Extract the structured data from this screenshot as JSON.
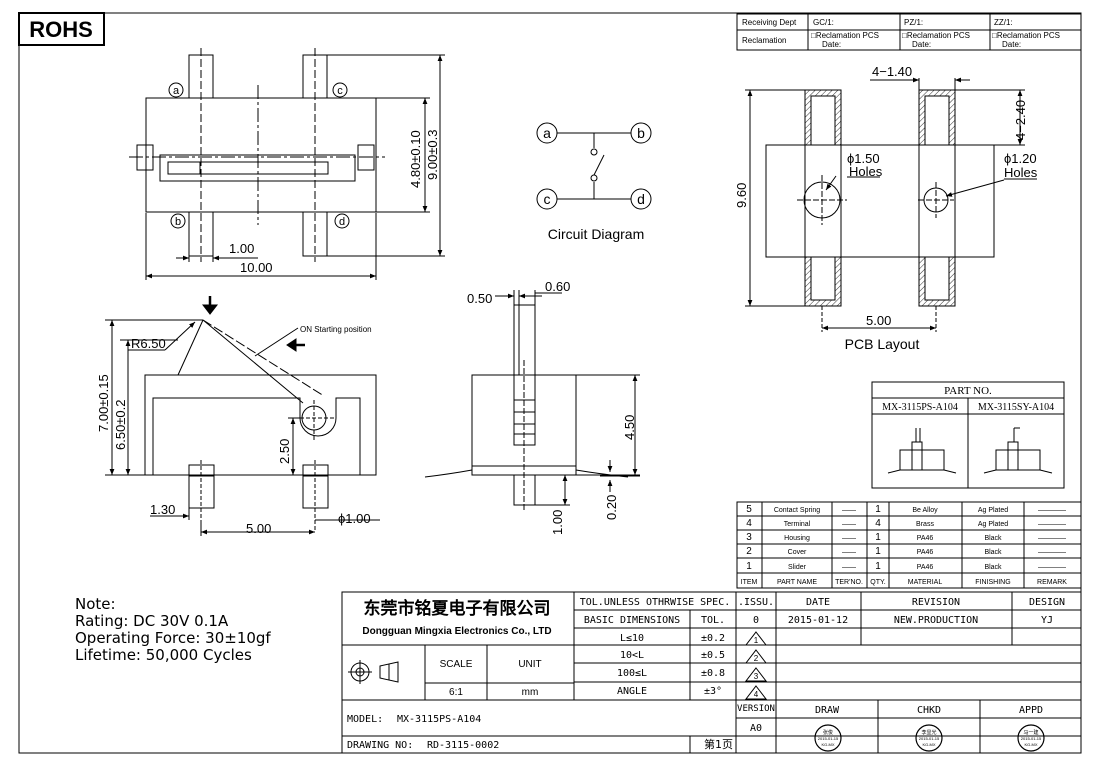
{
  "rohs": "ROHS",
  "header": {
    "receiving_dept": "Receiving Dept",
    "reclamation": "Reclamation",
    "gc": "GC/1:",
    "pz": "PZ/1:",
    "zz": "ZZ/1:",
    "recl_pcs": "□Reclamation  PCS",
    "date": "Date:"
  },
  "top_view": {
    "pins": [
      "a",
      "c",
      "b",
      "d"
    ],
    "dim_pin": "1.00",
    "dim_width": "10.00",
    "dim_inner_h": "4.80±0.10",
    "dim_outer_h": "9.00±0.3"
  },
  "circuit": {
    "nodes": [
      "a",
      "b",
      "c",
      "d"
    ],
    "title": "Circuit  Diagram"
  },
  "pcb": {
    "title": "PCB  Layout",
    "dim_pitch": "4−1.40",
    "dim_slot": "4−2.40",
    "dim_height": "9.60",
    "dim_width": "5.00",
    "hole1": "ϕ1.50",
    "hole1_label": "Holes",
    "hole2": "ϕ1.20",
    "hole2_label": "Holes"
  },
  "side_view": {
    "radius": "R6.50",
    "on_position": "ON Starting position",
    "dim_total_h": "7.00±0.15",
    "dim_body_h": "6.50±0.2",
    "dim_pin_h": "2.50",
    "dim_pin_off": "1.30",
    "dim_pitch": "5.00",
    "dim_hole": "ϕ1.00"
  },
  "end_view": {
    "dim_a": "0.50",
    "dim_b": "0.60",
    "dim_h": "4.50",
    "dim_pin": "1.00",
    "dim_lead": "0.20"
  },
  "part_no": {
    "title": "PART  NO.",
    "items": [
      "MX-3115PS-A104",
      "MX-3115SY-A104"
    ]
  },
  "bom": {
    "rows": [
      [
        "5",
        "Contact Spring",
        "——",
        "1",
        "Be Alloy",
        "Ag Plated",
        "————"
      ],
      [
        "4",
        "Terminal",
        "——",
        "4",
        "Brass",
        "Ag Plated",
        "————"
      ],
      [
        "3",
        "Housing",
        "——",
        "1",
        "PA46",
        "Black",
        "————"
      ],
      [
        "2",
        "Cover",
        "——",
        "1",
        "PA46",
        "Black",
        "————"
      ],
      [
        "1",
        "Slider",
        "——",
        "1",
        "PA46",
        "Black",
        "————"
      ]
    ],
    "headers": [
      "ITEM",
      "PART NAME",
      "TER'NO.",
      "QTY.",
      "MATERIAL",
      "FINISHING",
      "REMARK"
    ]
  },
  "notes": [
    "Note:",
    "Rating: DC  30V  0.1A",
    "Operating  Force: 30±10gf",
    "Lifetime:   50,000  Cycles"
  ],
  "title_block": {
    "company_cn": "东莞市铭夏电子有限公司",
    "company_en": "Dongguan Mingxia Electronics Co., LTD",
    "scale_label": "SCALE",
    "unit_label": "UNIT",
    "scale": "6:1",
    "unit": "mm",
    "tol_head": "TOL.UNLESS OTHRWISE SPEC.",
    "basic_dims": "BASIC DIMENSIONS",
    "tol_col": "TOL.",
    "tol_rows": [
      [
        "L≤10",
        "±0.2"
      ],
      [
        "10<L",
        "±0.5"
      ],
      [
        "100≤L",
        "±0.8"
      ],
      [
        "ANGLE",
        "±3°"
      ]
    ],
    "issu": ".ISSU.",
    "date_col": "DATE",
    "revision_col": "REVISION",
    "design_col": "DESIGN",
    "rev0": "0",
    "rev_date": "2015-01-12",
    "rev_text": "NEW.PRODUCTION",
    "designer": "YJ",
    "tri": [
      "1",
      "2",
      "3",
      "4"
    ],
    "version_label": "VERSION",
    "version": "A0",
    "draw": "DRAW",
    "chkd": "CHKD",
    "appd": "APPD",
    "stamps": [
      [
        "张俊",
        "2015-01-15",
        "KG-MX"
      ],
      [
        "李显光",
        "2015-01-15",
        "KG-MX"
      ],
      [
        "马一建",
        "2015-01-15",
        "KG-MX"
      ]
    ],
    "model_label": "MODEL:",
    "model": "MX-3115PS-A104",
    "drawing_label": "DRAWING NO:",
    "drawing_no": "RD-3115-0002",
    "page": "第1页"
  }
}
